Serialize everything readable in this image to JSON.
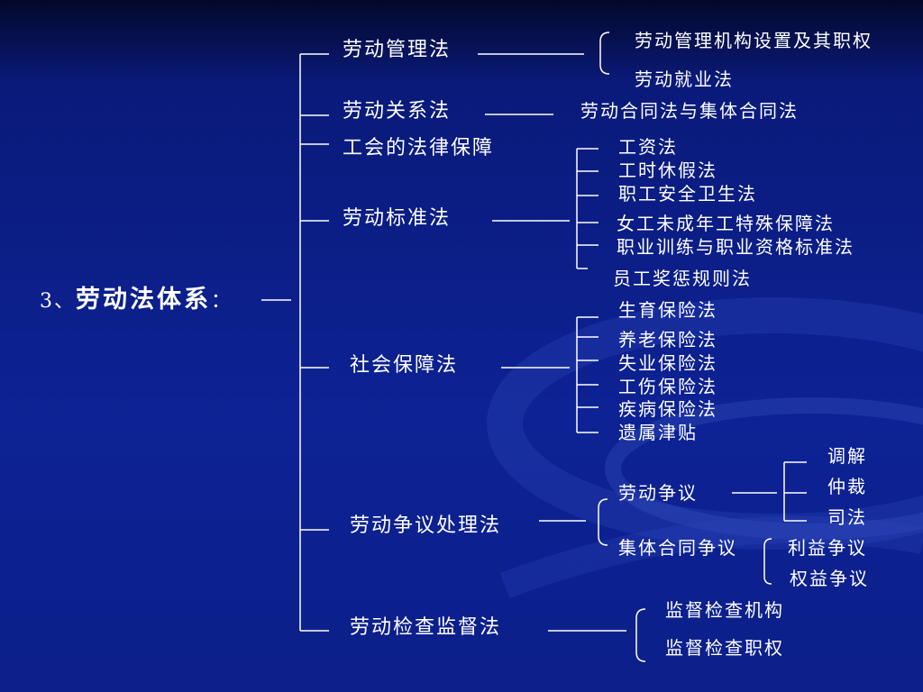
{
  "root": {
    "number": "3、",
    "title": "劳动法体系",
    "colon": "："
  },
  "branches": [
    {
      "label": "劳动管理法",
      "subs": [
        "劳动管理机构设置及其职权",
        "劳动就业法"
      ]
    },
    {
      "label": "劳动关系法",
      "subs": [
        "劳动合同法与集体合同法"
      ]
    },
    {
      "label": "工会的法律保障",
      "subs": []
    },
    {
      "label": "劳动标准法",
      "subs": [
        "工资法",
        "工时休假法",
        "职工安全卫生法",
        "女工未成年工特殊保障法",
        "职业训练与职业资格标准法",
        "员工奖惩规则法"
      ]
    },
    {
      "label": "社会保障法",
      "subs": [
        "生育保险法",
        "养老保险法",
        "失业保险法",
        "工伤保险法",
        "疾病保险法",
        "遗属津贴"
      ]
    },
    {
      "label": "劳动争议处理法",
      "subs": [
        {
          "label": "劳动争议",
          "subs": [
            "调解",
            "仲裁",
            "司法"
          ]
        },
        {
          "label": "集体合同争议",
          "subs": [
            "利益争议",
            "权益争议"
          ]
        }
      ]
    },
    {
      "label": "劳动检查监督法",
      "subs": [
        "监督检查机构",
        "监督检查职权"
      ]
    }
  ],
  "colors": {
    "background": "#0d2294",
    "text": "#ffffff",
    "lines": "#ffffff"
  }
}
